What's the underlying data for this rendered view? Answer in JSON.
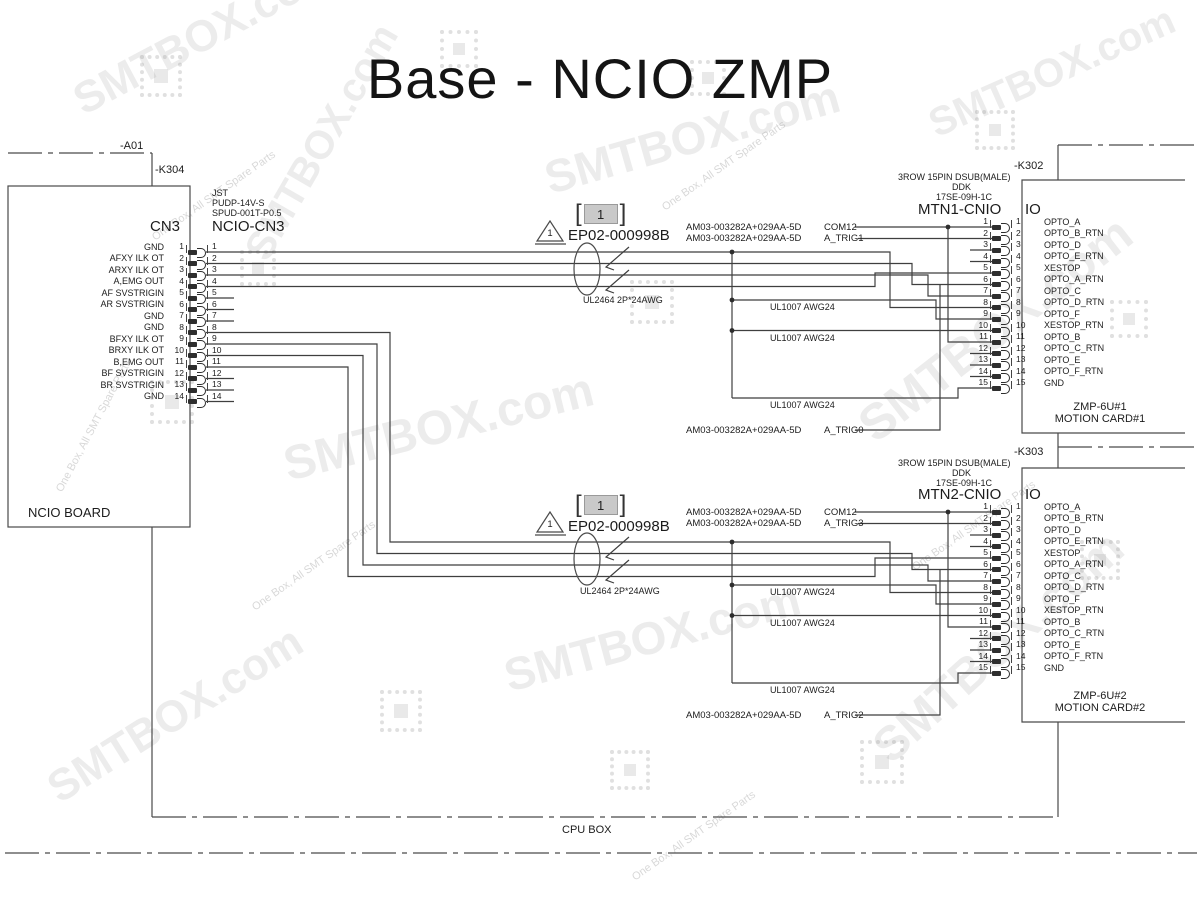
{
  "title": "Base - NCIO ZMP",
  "watermark": {
    "brand": "SMTBOX.com",
    "tagline": "One Box, All SMT Spare Parts"
  },
  "left_board": {
    "frame_ref": "-A01",
    "ref": "-K304",
    "name": "NCIO BOARD",
    "connector": {
      "board_side": "CN3",
      "cable_side": "NCIO-CN3",
      "maker": "JST",
      "housing": "PUDP-14V-S",
      "terminal": "SPUD-001T-P0.5",
      "pins": [
        {
          "num": "1",
          "label": "GND"
        },
        {
          "num": "2",
          "label": "AFXY ILK OT"
        },
        {
          "num": "3",
          "label": "ARXY ILK OT"
        },
        {
          "num": "4",
          "label": "A,EMG OUT"
        },
        {
          "num": "5",
          "label": "AF SVSTRIGIN"
        },
        {
          "num": "6",
          "label": "AR SVSTRIGIN"
        },
        {
          "num": "7",
          "label": "GND"
        },
        {
          "num": "8",
          "label": "GND"
        },
        {
          "num": "9",
          "label": "BFXY ILK OT"
        },
        {
          "num": "10",
          "label": "BRXY ILK OT"
        },
        {
          "num": "11",
          "label": "B,EMG OUT"
        },
        {
          "num": "12",
          "label": "BF SVSTRIGIN"
        },
        {
          "num": "13",
          "label": "BR SVSTRIGIN"
        },
        {
          "num": "14",
          "label": "GND"
        }
      ]
    }
  },
  "cables": {
    "callout": "1",
    "ref": "EP02-000998B",
    "spec": "UL2464 2P*24AWG"
  },
  "wire_specs": {
    "hookup": "UL1007 AWG24"
  },
  "harness": {
    "top": [
      {
        "part": "AM03-003282A+029AA-5D",
        "signal": "COM12"
      },
      {
        "part": "AM03-003282A+029AA-5D",
        "signal": "A_TRIG1"
      },
      {
        "part": "AM03-003282A+029AA-5D",
        "signal": "A_TRIG0"
      }
    ],
    "bottom": [
      {
        "part": "AM03-003282A+029AA-5D",
        "signal": "COM12"
      },
      {
        "part": "AM03-003282A+029AA-5D",
        "signal": "A_TRIG3"
      },
      {
        "part": "AM03-003282A+029AA-5D",
        "signal": "A_TRIG2"
      }
    ]
  },
  "cards": [
    {
      "ref": "-K302",
      "connector_type": "3ROW 15PIN DSUB(MALE)",
      "maker": "DDK",
      "part_no": "17SE-09H-1C",
      "connector_name": "MTN1-CNIO",
      "io_label": "IO",
      "card_model": "ZMP-6U#1",
      "card_name": "MOTION CARD#1",
      "pins": [
        {
          "num": "1",
          "label": "OPTO_A"
        },
        {
          "num": "2",
          "label": "OPTO_B_RTN"
        },
        {
          "num": "3",
          "label": "OPTO_D"
        },
        {
          "num": "4",
          "label": "OPTO_E_RTN"
        },
        {
          "num": "5",
          "label": "XESTOP"
        },
        {
          "num": "6",
          "label": "OPTO_A_RTN"
        },
        {
          "num": "7",
          "label": "OPTO_C"
        },
        {
          "num": "8",
          "label": "OPTO_D_RTN"
        },
        {
          "num": "9",
          "label": "OPTO_F"
        },
        {
          "num": "10",
          "label": "XESTOP_RTN"
        },
        {
          "num": "11",
          "label": "OPTO_B"
        },
        {
          "num": "12",
          "label": "OPTO_C_RTN"
        },
        {
          "num": "13",
          "label": "OPTO_E"
        },
        {
          "num": "14",
          "label": "OPTO_F_RTN"
        },
        {
          "num": "15",
          "label": "GND"
        }
      ]
    },
    {
      "ref": "-K303",
      "connector_type": "3ROW 15PIN DSUB(MALE)",
      "maker": "DDK",
      "part_no": "17SE-09H-1C",
      "connector_name": "MTN2-CNIO",
      "io_label": "IO",
      "card_model": "ZMP-6U#2",
      "card_name": "MOTION CARD#2",
      "pins": [
        {
          "num": "1",
          "label": "OPTO_A"
        },
        {
          "num": "2",
          "label": "OPTO_B_RTN"
        },
        {
          "num": "3",
          "label": "OPTO_D"
        },
        {
          "num": "4",
          "label": "OPTO_E_RTN"
        },
        {
          "num": "5",
          "label": "XESTOP"
        },
        {
          "num": "6",
          "label": "OPTO_A_RTN"
        },
        {
          "num": "7",
          "label": "OPTO_C"
        },
        {
          "num": "8",
          "label": "OPTO_D_RTN"
        },
        {
          "num": "9",
          "label": "OPTO_F"
        },
        {
          "num": "10",
          "label": "XESTOP_RTN"
        },
        {
          "num": "11",
          "label": "OPTO_B"
        },
        {
          "num": "12",
          "label": "OPTO_C_RTN"
        },
        {
          "num": "13",
          "label": "OPTO_E"
        },
        {
          "num": "14",
          "label": "OPTO_F_RTN"
        },
        {
          "num": "15",
          "label": "GND"
        }
      ]
    }
  ],
  "cpu_box_label": "CPU BOX"
}
